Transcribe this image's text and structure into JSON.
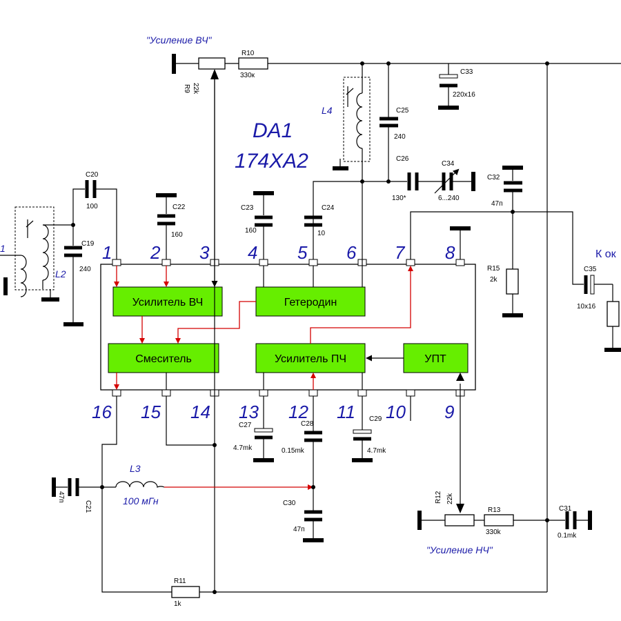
{
  "chip": {
    "designator": "DA1",
    "part": "174ХА2"
  },
  "blocks": {
    "rf_amp": "Усилитель ВЧ",
    "oscillator": "Гетеродин",
    "mixer": "Смеситель",
    "if_amp": "Усилитель ПЧ",
    "dc_amp": "УПТ"
  },
  "pins_top": [
    "1",
    "2",
    "3",
    "4",
    "5",
    "6",
    "7",
    "8"
  ],
  "pins_bottom": [
    "16",
    "15",
    "14",
    "13",
    "12",
    "11",
    "10",
    "9"
  ],
  "labels": {
    "rf_gain": "\"Усиление ВЧ\"",
    "af_gain": "\"Усиление НЧ\"",
    "l2": "L2",
    "l3": "L3",
    "l3_value": "100 мГн",
    "l4": "L4",
    "antenna_partial": "1",
    "to_output_partial": "К ок"
  },
  "components": {
    "r9": "R9",
    "r9_val": "22k",
    "r10": "R10",
    "r10_val": "330к",
    "c33": "C33",
    "c33_val": "220x16",
    "c25": "C25",
    "c25_val": "240",
    "c26": "C26",
    "c26_val": "130*",
    "c34": "C34",
    "c34_val": "6...240",
    "c32": "C32",
    "c32_val": "47п",
    "c20": "C20",
    "c20_val": "100",
    "c19": "C19",
    "c19_val": "240",
    "c22": "C22",
    "c22_val": "160",
    "c23": "C23",
    "c23_val": "160",
    "c24": "C24",
    "c24_val": "10",
    "r15": "R15",
    "r15_val": "2k",
    "c35": "C35",
    "c35_val": "10x16",
    "c27": "C27",
    "c27_val": "4.7mk",
    "c28": "C28",
    "c28_val": "0.15mk",
    "c29": "C29",
    "c29_val": "4.7mk",
    "c30": "C30",
    "c30_val": "47п",
    "c21": "C21",
    "c21_val": "47п",
    "r11": "R11",
    "r11_val": "1k",
    "r12": "R12",
    "r12_val": "22k",
    "r13": "R13",
    "r13_val": "330k",
    "c31": "C31",
    "c31_val": "0.1mk"
  },
  "colors": {
    "block_fill": "#66ee00",
    "pin_label": "#1a1aa8",
    "signal_arrow": "#d40000",
    "wire": "#000000"
  }
}
